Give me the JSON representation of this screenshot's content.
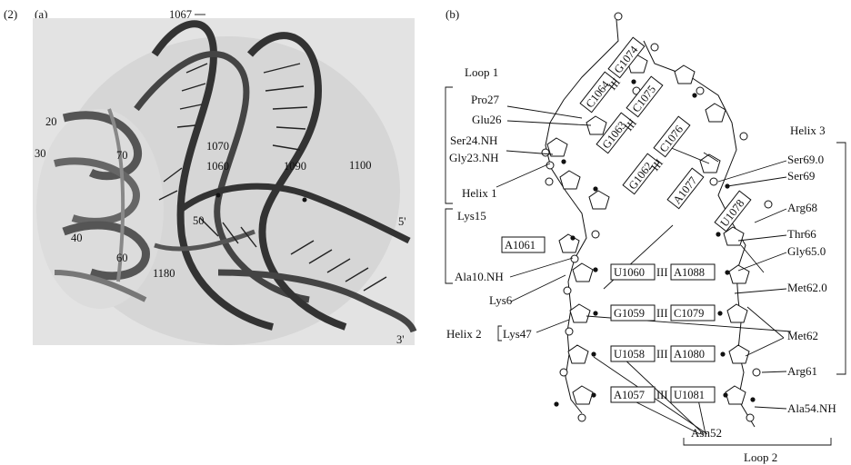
{
  "figure": {
    "number": "(2)",
    "panel_a": "(a)",
    "panel_b": "(b)"
  },
  "panel_a_labels": {
    "n1067": "1067",
    "n20": "20",
    "n30": "30",
    "n70": "70",
    "n40": "40",
    "n60": "60",
    "n1070": "1070",
    "n1060": "1060",
    "n1090": "1090",
    "n1100": "1100",
    "n50": "50",
    "n1180": "1180",
    "end5": "5'",
    "end3": "3'"
  },
  "regions": {
    "loop1": "Loop 1",
    "loop2": "Loop 2",
    "helix1": "Helix 1",
    "helix2": "Helix 2",
    "helix3": "Helix 3"
  },
  "residues_left": {
    "pro27": "Pro27",
    "glu26": "Glu26",
    "ser24nh": "Ser24.NH",
    "gly23nh": "Gly23.NH",
    "lys15": "Lys15",
    "ala10nh": "Ala10.NH",
    "lys6": "Lys6",
    "lys47": "Lys47"
  },
  "residues_right": {
    "ser690": "Ser69.0",
    "ser69": "Ser69",
    "arg68": "Arg68",
    "thr66": "Thr66",
    "gly650": "Gly65.0",
    "met620": "Met62.0",
    "met62": "Met62",
    "arg61": "Arg61",
    "ala54nh": "Ala54.NH",
    "asn52": "Asn52"
  },
  "nucleotides": {
    "c1064": "C1064",
    "g1074": "G1074",
    "g1063": "G1063",
    "c1075": "C1075",
    "g1062": "G1062",
    "c1076": "C1076",
    "a1077": "A1077",
    "u1078": "U1078",
    "a1061": "A1061",
    "u1060": "U1060",
    "a1088": "A1088",
    "g1059": "G1059",
    "c1079": "C1079",
    "u1058": "U1058",
    "a1080": "A1080",
    "a1057": "A1057",
    "u1081": "U1081"
  },
  "pair_mark": "III"
}
